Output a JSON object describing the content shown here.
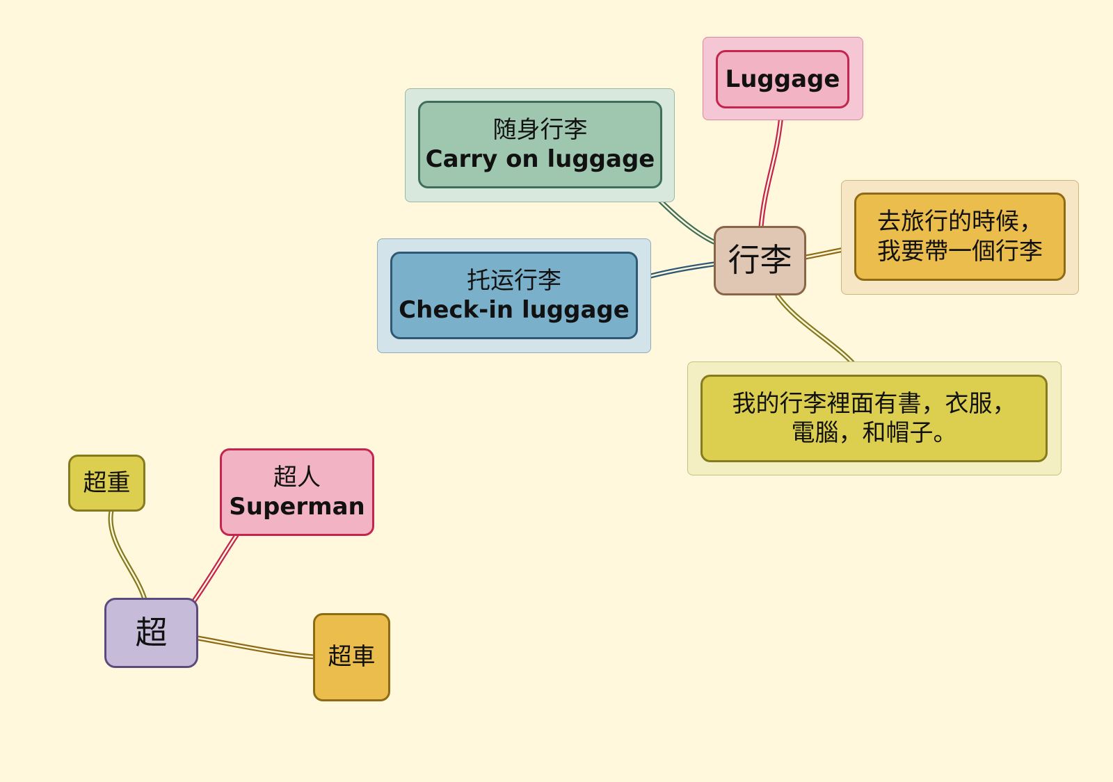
{
  "nodes": {
    "xingli": {
      "line1": "行李",
      "fill": "#dfc7b3",
      "border": "#8a6447"
    },
    "luggage": {
      "line1": "Luggage",
      "fill": "#f2b3c4",
      "border": "#c4244e",
      "halo": "#f5c6d3"
    },
    "carry_on": {
      "line1": "随身行李",
      "line2": "Carry on luggage",
      "fill": "#9fc7b0",
      "border": "#3f6f58",
      "halo": "#d8e8dc"
    },
    "check_in": {
      "line1": "托运行李",
      "line2": "Check-in luggage",
      "fill": "#7ab0c9",
      "border": "#2e5874",
      "halo": "#d3e3ea"
    },
    "travel": {
      "line1": "去旅行的時候，",
      "line2": "我要帶一個行李",
      "fill": "#ebbd4d",
      "border": "#8f6a15",
      "halo": "#f7e6c4"
    },
    "contents": {
      "line1": "我的行李裡面有書，衣服，",
      "line2": "電腦，和帽子。",
      "fill": "#dccf4f",
      "border": "#857a1f",
      "halo": "#f3efc3"
    },
    "chao": {
      "line1": "超",
      "fill": "#c6bbd9",
      "border": "#5b4b7c"
    },
    "chaozhong": {
      "line1": "超重",
      "fill": "#dccf4f",
      "border": "#857a1f"
    },
    "superman": {
      "line1": "超人",
      "line2": "Superman",
      "fill": "#f2b3c4",
      "border": "#c4244e"
    },
    "chaoche": {
      "line1": "超車",
      "fill": "#ebbd4d",
      "border": "#8f6a15"
    }
  },
  "links": [
    {
      "from": "xingli",
      "to": "luggage",
      "color": "#c4244e"
    },
    {
      "from": "xingli",
      "to": "carry_on",
      "color": "#3f6f58"
    },
    {
      "from": "xingli",
      "to": "check_in",
      "color": "#2e5874"
    },
    {
      "from": "xingli",
      "to": "travel",
      "color": "#8f6a15"
    },
    {
      "from": "xingli",
      "to": "contents",
      "color": "#857a1f"
    },
    {
      "from": "chao",
      "to": "chaozhong",
      "color": "#857a1f"
    },
    {
      "from": "chao",
      "to": "superman",
      "color": "#c4244e"
    },
    {
      "from": "chao",
      "to": "chaoche",
      "color": "#8f6a15"
    }
  ]
}
